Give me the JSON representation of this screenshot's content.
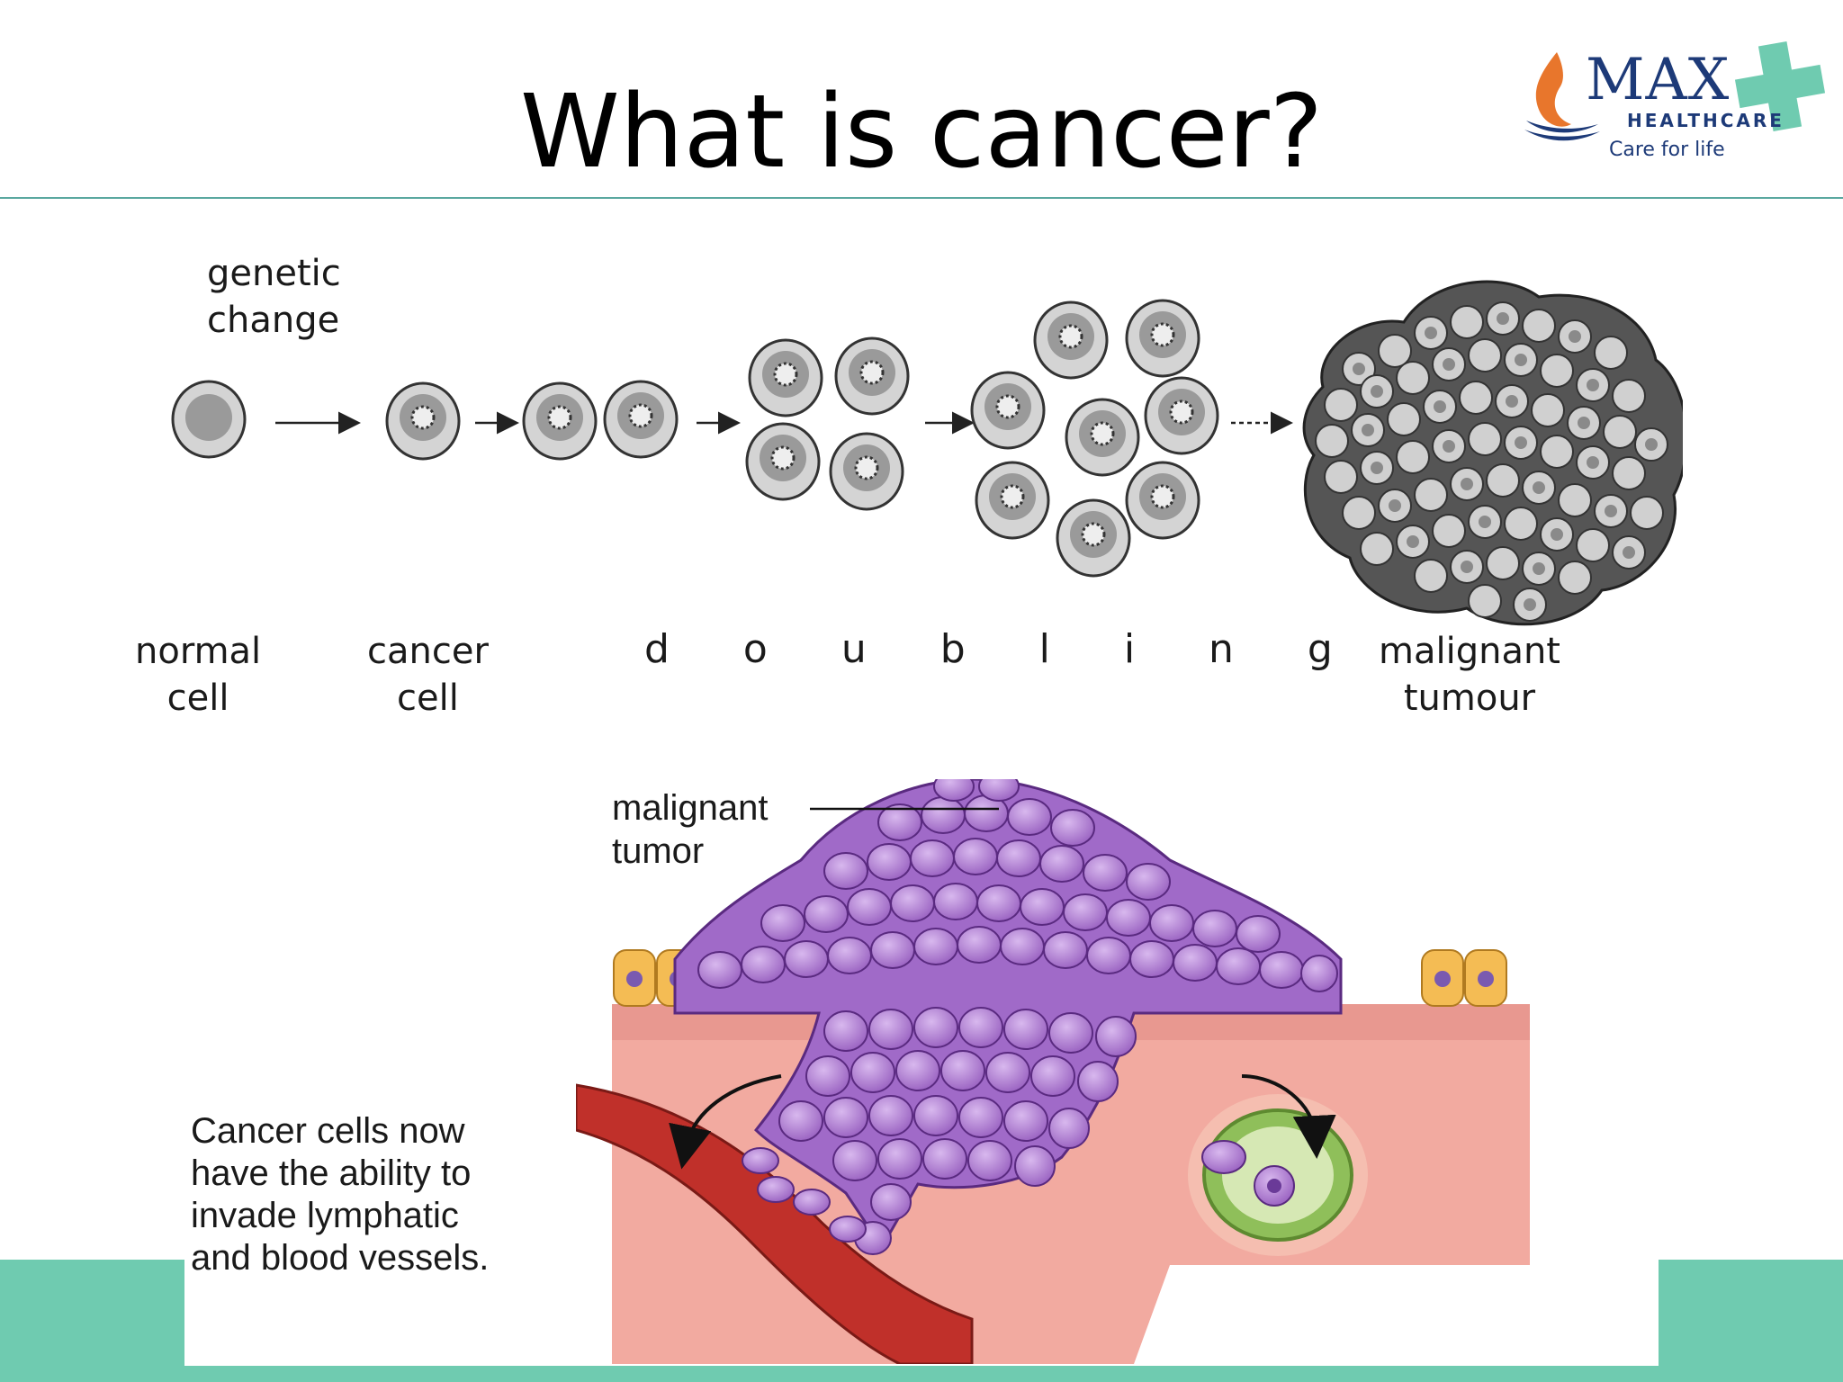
{
  "slide": {
    "title": "What is cancer?"
  },
  "logo": {
    "brand": "MAX",
    "subbrand": "HEALTHCARE",
    "tagline": "Care for life",
    "colors": {
      "navy": "#1d3a78",
      "orange": "#e8762c",
      "green": "#6fcbb0"
    }
  },
  "top_diagram": {
    "genetic_change": "genetic\nchange",
    "stages": [
      {
        "id": "normal",
        "label": "normal\ncell"
      },
      {
        "id": "cancer",
        "label": "cancer\ncell"
      },
      {
        "id": "doubling",
        "label": "d o u b l i n g"
      },
      {
        "id": "tumour",
        "label": "malignant\ntumour"
      }
    ]
  },
  "bottom_diagram": {
    "tumor_label": "malignant\ntumor",
    "invasion_text": "Cancer cells now\nhave the ability to\ninvade lymphatic\nand blood vessels.",
    "colors": {
      "tumor_cell": "#a46fc8",
      "tissue": "#f0a8a0",
      "vessel": "#c0302a",
      "lymph": "#8fbf5a",
      "normal_cell": "#f0b84a"
    }
  },
  "theme": {
    "accent": "#6fcbb0",
    "rule": "#5aa8a0"
  }
}
